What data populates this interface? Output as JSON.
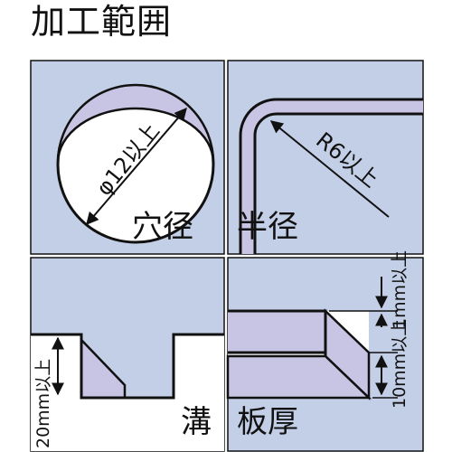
{
  "title": "加工範囲",
  "panels": {
    "hole": {
      "name": "穴径",
      "dimension": "φ12以上"
    },
    "radius": {
      "name": "半径",
      "dimension": "R6以上"
    },
    "groove": {
      "name": "溝",
      "dimension": "20mm以上"
    },
    "thickness": {
      "name": "板厚",
      "dimension_top": "1mm以上",
      "dimension_bottom": "10mm以上"
    }
  },
  "colors": {
    "background": "#c2cfe6",
    "material": "#c8c4e4",
    "outline": "#111111"
  }
}
